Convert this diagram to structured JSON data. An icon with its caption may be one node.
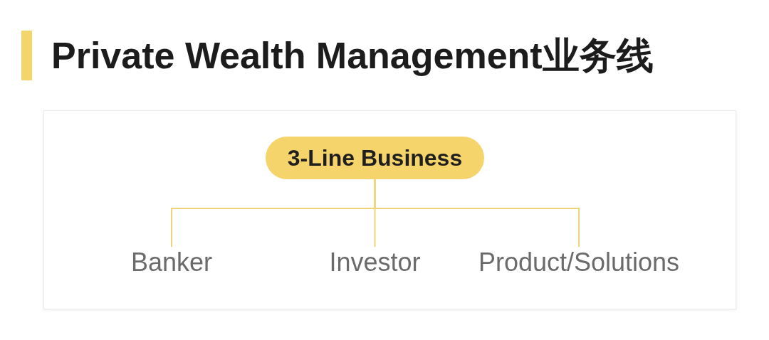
{
  "diagram": {
    "title": "Private Wealth Management业务线",
    "nodes": [
      {
        "text": [
          "3-Line Business"
        ]
      },
      {
        "text": [
          "Banker"
        ]
      },
      {
        "text": [
          "Investor"
        ]
      },
      {
        "text": [
          "Product/Solutions"
        ]
      }
    ],
    "edges": [
      {
        "from": 0,
        "to": 1,
        "arrow": "none"
      },
      {
        "from": 0,
        "to": 2,
        "arrow": "none"
      },
      {
        "from": 0,
        "to": 3,
        "arrow": "none"
      }
    ]
  }
}
